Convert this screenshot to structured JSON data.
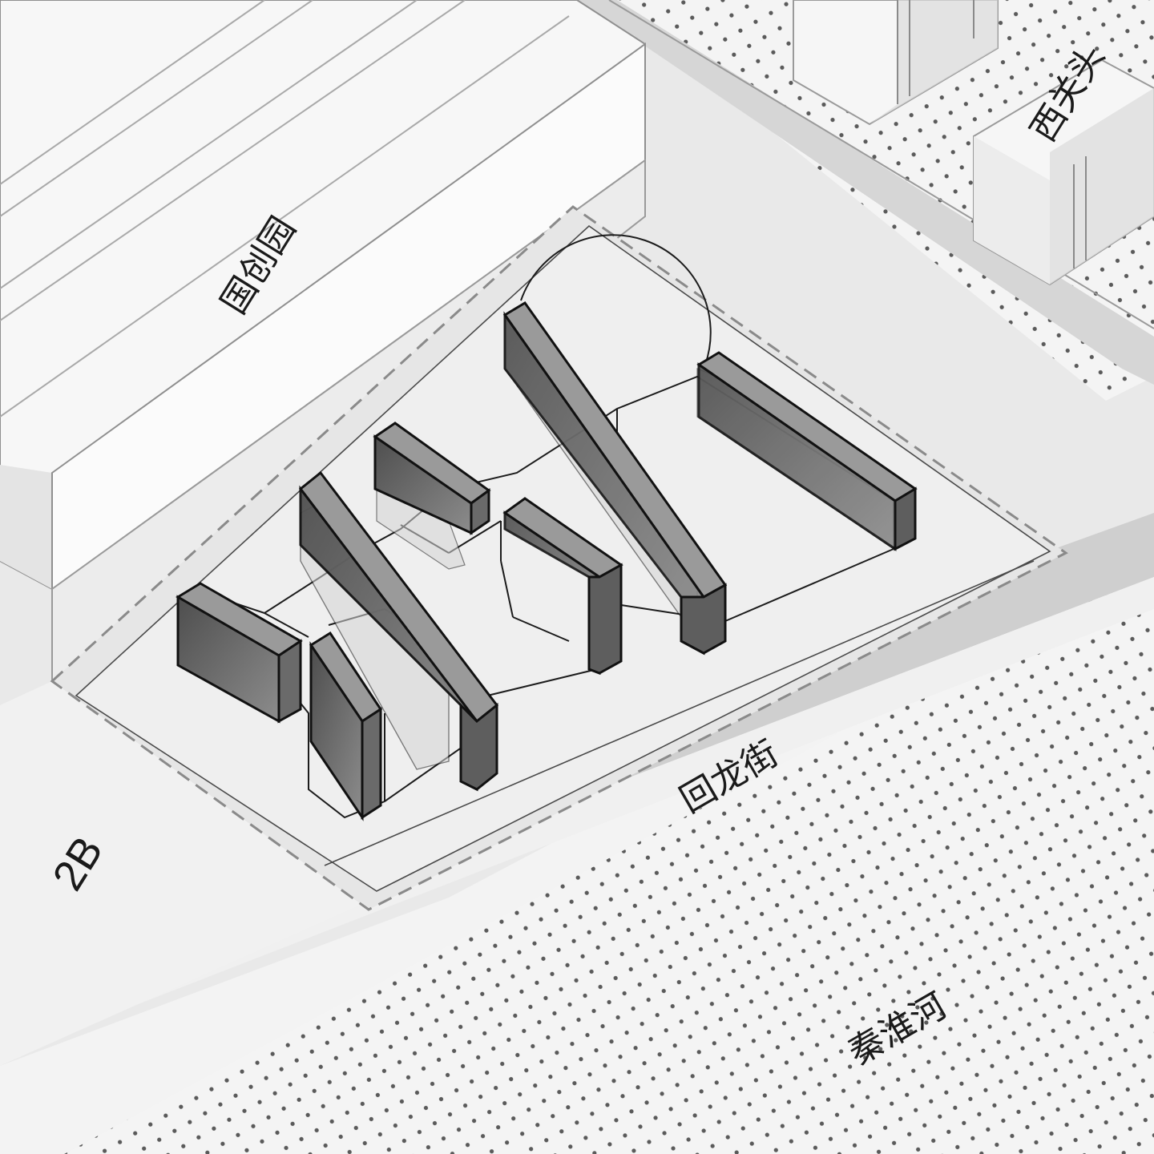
{
  "labels": {
    "park": "国创园",
    "xiguantou": "西关头",
    "street": "回龙街",
    "river": "秦淮河",
    "plot": "2B"
  },
  "colors": {
    "background": "#ececec",
    "building_top": "#f7f7f7",
    "building_side": "#e2e2e2",
    "road": "#d0d0d0",
    "dot_area": "#f2f2f2",
    "dot": "#5a5a5a",
    "wall_dark": "#5a5a5a",
    "wall_mid": "#8a8a8a",
    "line": "#1a1a1a"
  }
}
